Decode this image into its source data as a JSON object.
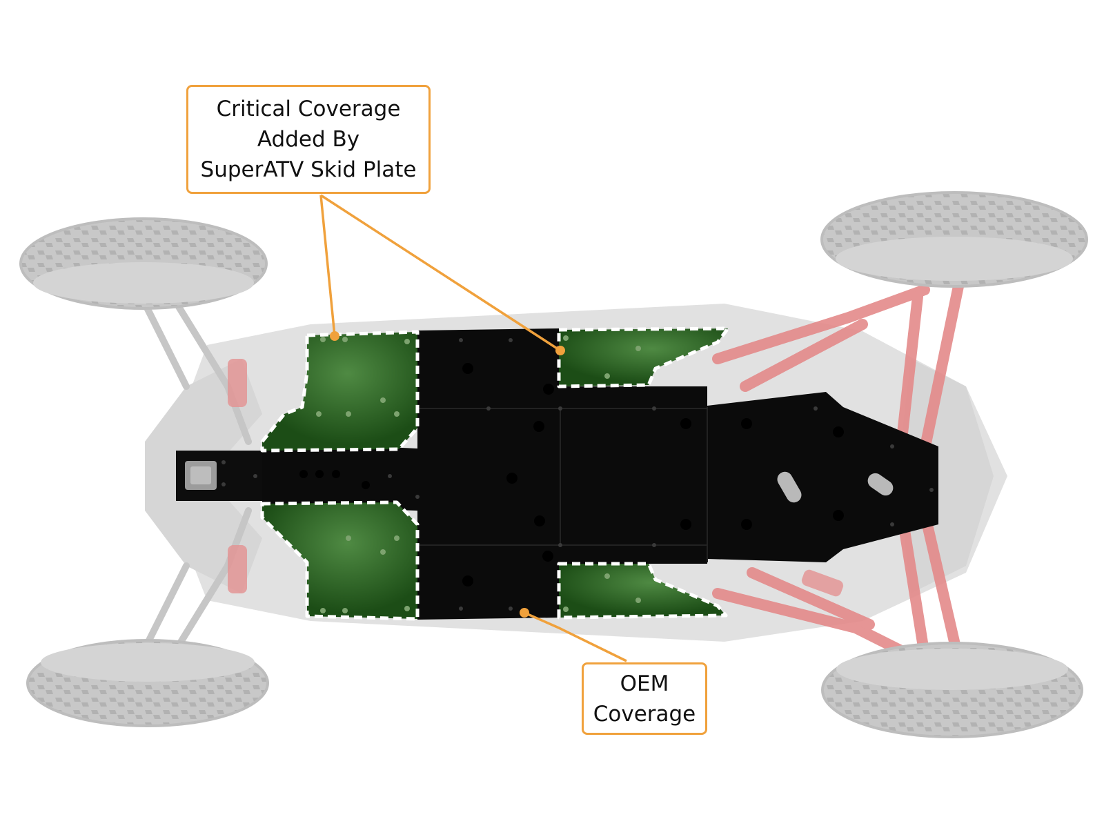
{
  "callouts": {
    "critical": {
      "lines": [
        "Critical Coverage",
        "Added By",
        "SuperATV Skid Plate"
      ]
    },
    "oem": {
      "lines": [
        "OEM",
        "Coverage"
      ]
    }
  },
  "colors": {
    "callout_border": "#f0a13c",
    "added_coverage_fill": "#1f5418",
    "oem_plate_fill": "#0b0b0b",
    "frame_red": "#e07a7a",
    "tire_grey": "#c9c9c9",
    "background": "#ffffff"
  }
}
